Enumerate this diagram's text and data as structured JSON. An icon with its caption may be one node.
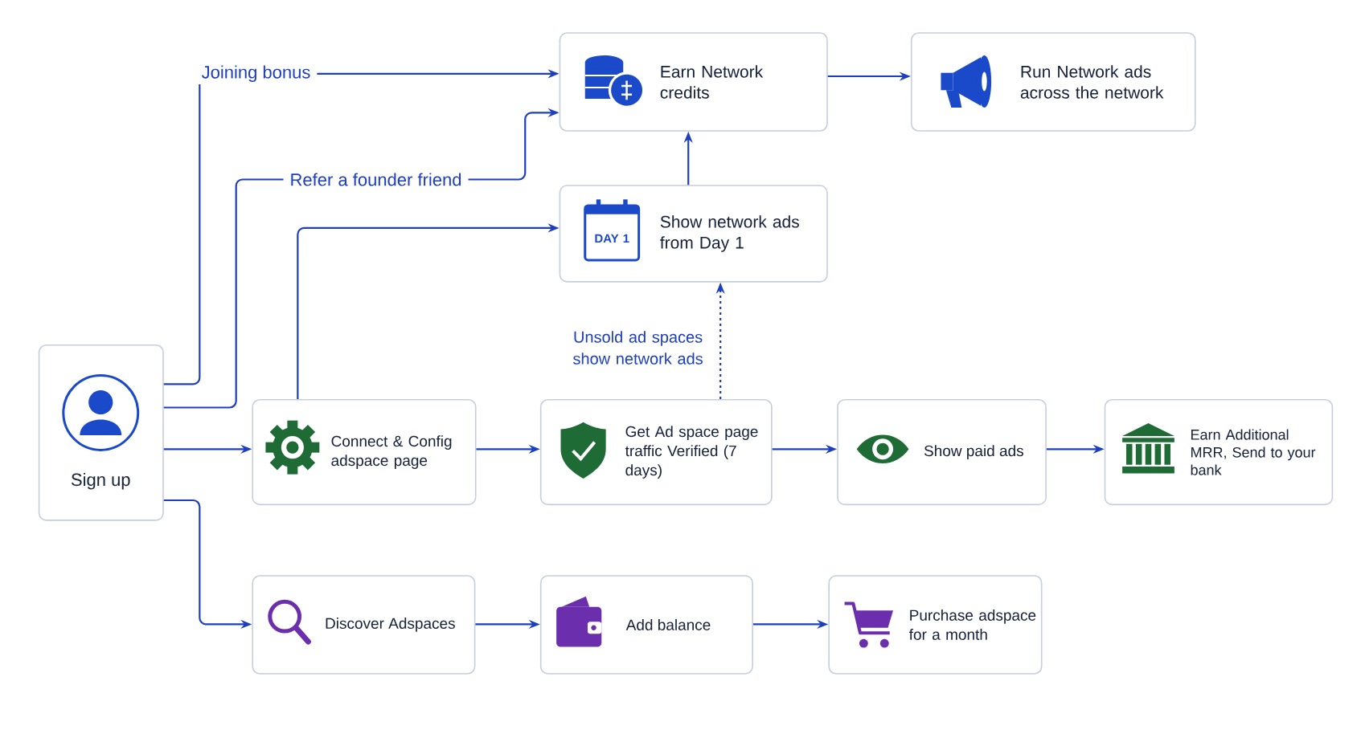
{
  "diagram": {
    "nodes": [
      {
        "text": [
          "Sign up"
        ]
      },
      {
        "text": [
          "Earn Network credits"
        ]
      },
      {
        "text": [
          "Run Network ads across the network"
        ]
      },
      {
        "text": [
          "DAY 1",
          "Show network ads from Day 1"
        ]
      },
      {
        "text": [
          "Connect & Config adspace page"
        ]
      },
      {
        "text": [
          "Get Ad space page traffic Verified (7 days)"
        ]
      },
      {
        "text": [
          "Show paid ads"
        ]
      },
      {
        "text": [
          "Earn Additional MRR, Send to your bank"
        ]
      },
      {
        "text": [
          "Discover Adspaces"
        ]
      },
      {
        "text": [
          "Add balance"
        ]
      },
      {
        "text": [
          "Purchase adspace for a month"
        ]
      }
    ],
    "edges": [
      {
        "from": 0,
        "to": 1,
        "arrow": "to",
        "label": "Joining bonus"
      },
      {
        "from": 0,
        "to": 1,
        "arrow": "to",
        "label": "Refer a founder friend"
      },
      {
        "from": 1,
        "to": 2,
        "arrow": "to"
      },
      {
        "from": 3,
        "to": 1,
        "arrow": "to"
      },
      {
        "from": 4,
        "to": 3,
        "arrow": "to"
      },
      {
        "from": 5,
        "to": 3,
        "arrow": "to",
        "style": "dashed",
        "label": "Unsold ad spaces show network ads"
      },
      {
        "from": 0,
        "to": 4,
        "arrow": "to"
      },
      {
        "from": 4,
        "to": 5,
        "arrow": "to"
      },
      {
        "from": 5,
        "to": 6,
        "arrow": "to"
      },
      {
        "from": 6,
        "to": 7,
        "arrow": "to"
      },
      {
        "from": 0,
        "to": 8,
        "arrow": "to"
      },
      {
        "from": 8,
        "to": 9,
        "arrow": "to"
      },
      {
        "from": 9,
        "to": 10,
        "arrow": "to"
      }
    ]
  }
}
